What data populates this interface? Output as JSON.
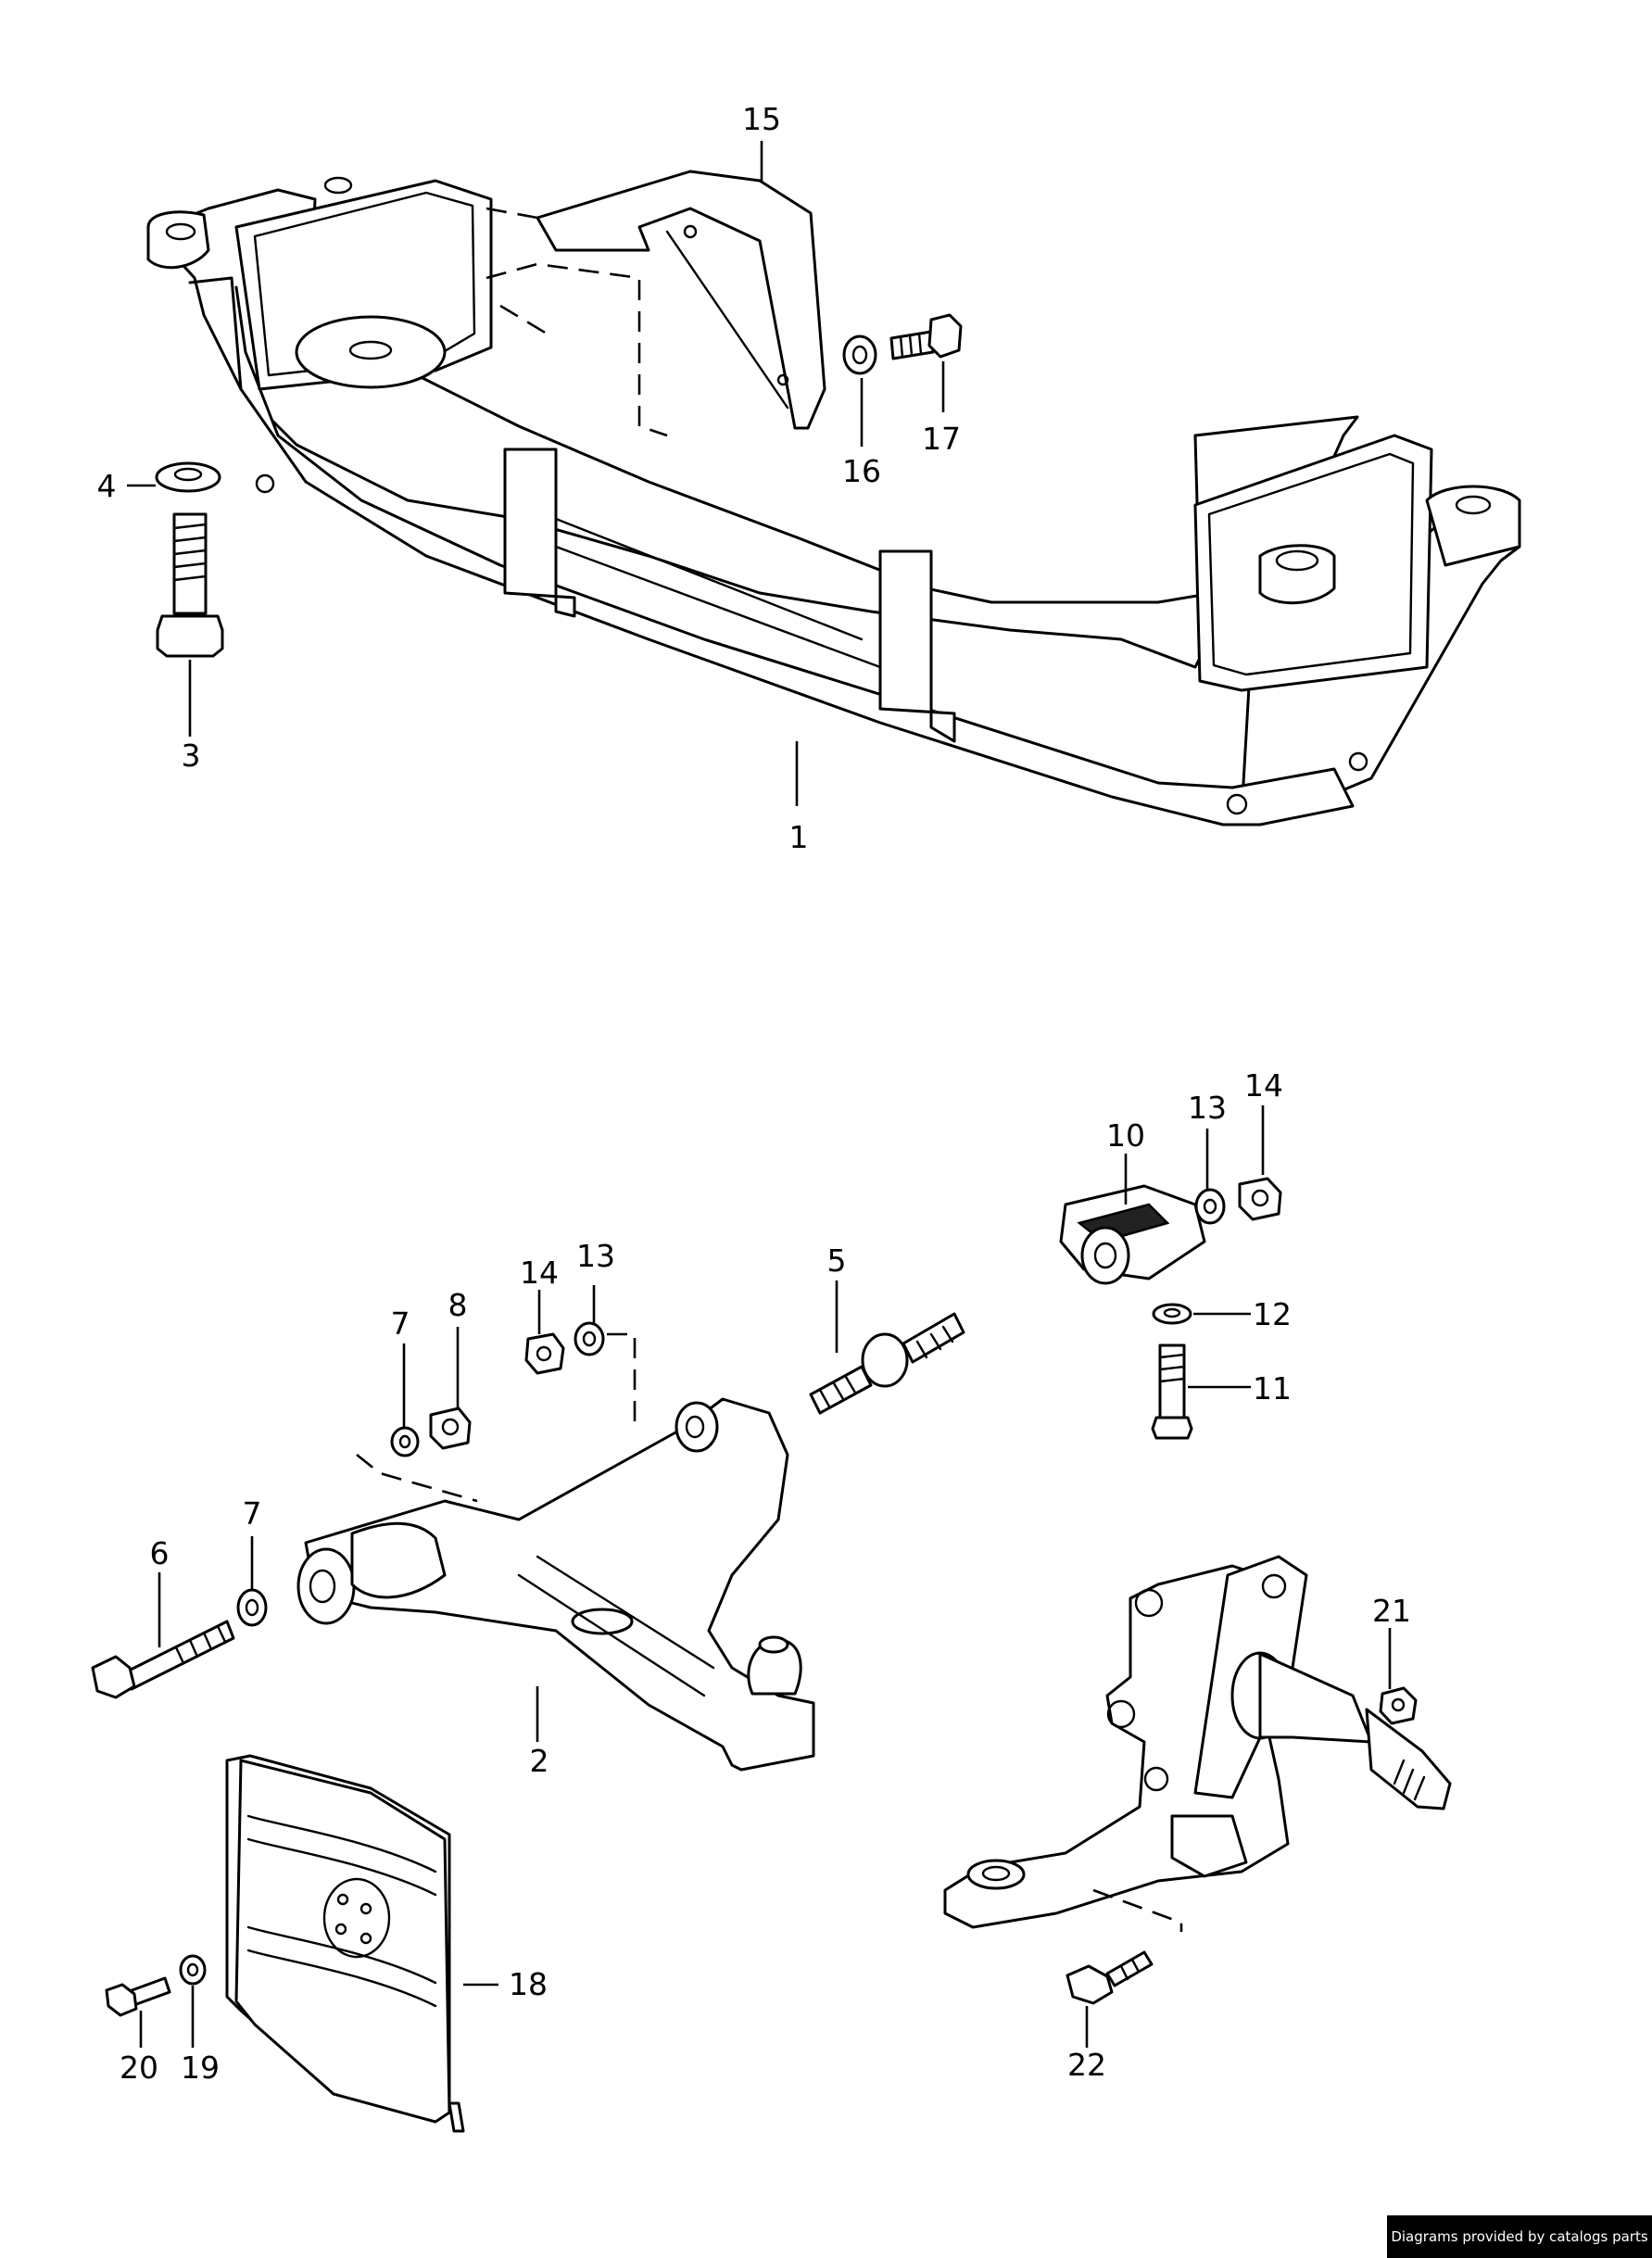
{
  "callouts": {
    "c1": "1",
    "c2": "2",
    "c3": "3",
    "c4": "4",
    "c5": "5",
    "c6": "6",
    "c7a": "7",
    "c7b": "7",
    "c8": "8",
    "c10": "10",
    "c11": "11",
    "c12": "12",
    "c13a": "13",
    "c13b": "13",
    "c14a": "14",
    "c14b": "14",
    "c15": "15",
    "c16": "16",
    "c17": "17",
    "c18": "18",
    "c19": "19",
    "c20": "20",
    "c21": "21",
    "c22": "22"
  },
  "credit": "Diagrams provided by catalogs parts"
}
